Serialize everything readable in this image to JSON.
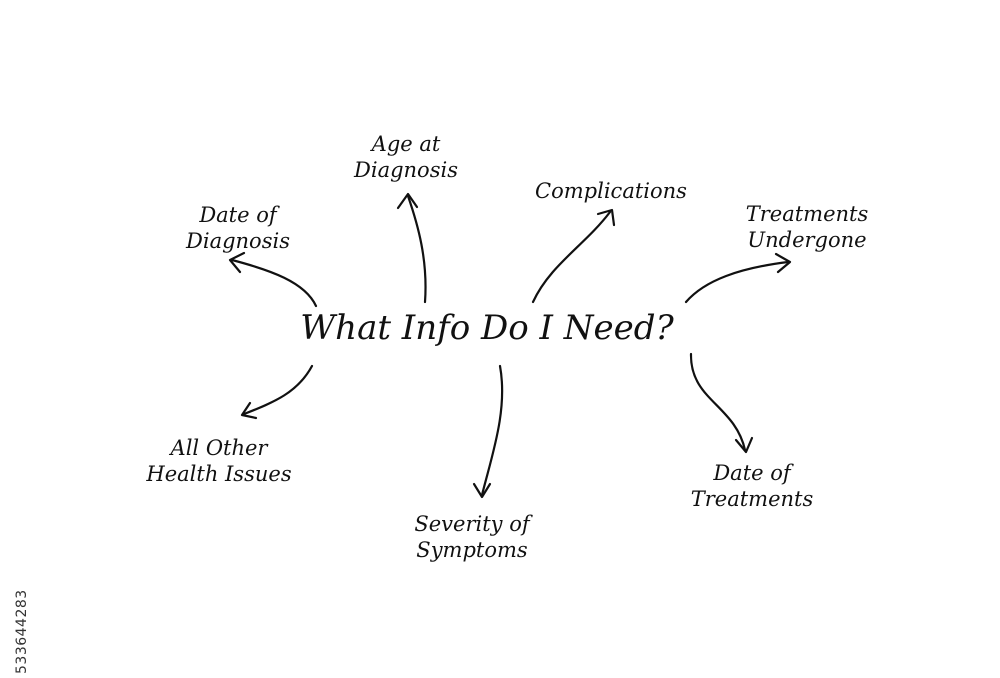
{
  "diagram": {
    "title": "What Info Do I Need?",
    "nodes": [
      {
        "id": "age",
        "lines": [
          "Age at",
          "Diagnosis"
        ]
      },
      {
        "id": "date-diagnosis",
        "lines": [
          "Date of",
          "Diagnosis"
        ]
      },
      {
        "id": "complications",
        "lines": [
          "Complications"
        ]
      },
      {
        "id": "treatments",
        "lines": [
          "Treatments",
          "Undergone"
        ]
      },
      {
        "id": "other",
        "lines": [
          "All Other",
          "Health Issues"
        ]
      },
      {
        "id": "severity",
        "lines": [
          "Severity of",
          "Symptoms"
        ]
      },
      {
        "id": "date-treatments",
        "lines": [
          "Date of",
          "Treatments"
        ]
      }
    ],
    "stroke_color": "#111111"
  },
  "stock_id": "533644283"
}
